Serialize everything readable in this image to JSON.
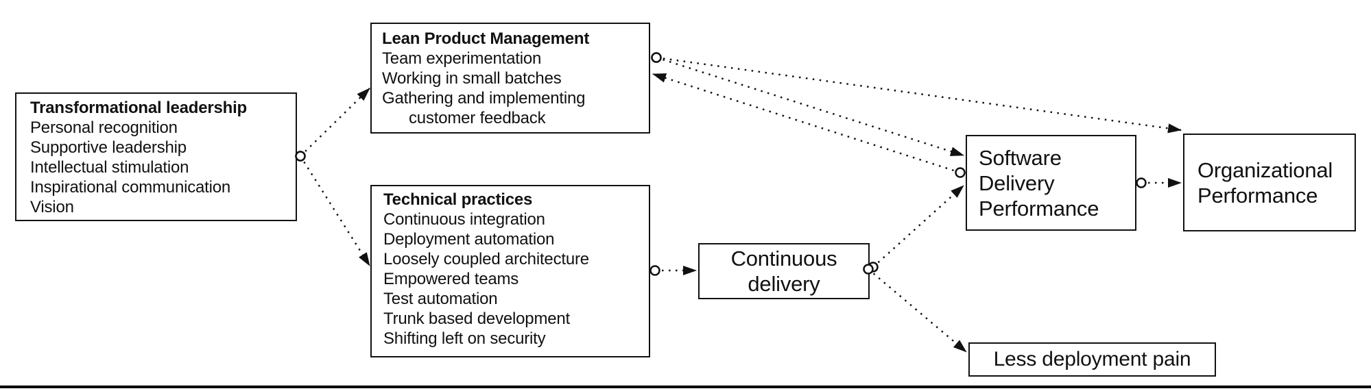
{
  "diagram": {
    "boxes": {
      "transformational_leadership": {
        "title": "Transformational leadership",
        "items": [
          "Personal recognition",
          "Supportive leadership",
          "Intellectual stimulation",
          "Inspirational communication",
          "Vision"
        ]
      },
      "lean_product_management": {
        "title": "Lean Product Management",
        "items": [
          "Team experimentation",
          "Working in small batches",
          "Gathering and implementing customer feedback"
        ]
      },
      "technical_practices": {
        "title": "Technical practices",
        "items": [
          "Continuous integration",
          "Deployment automation",
          "Loosely coupled architecture",
          "Empowered teams",
          "Test automation",
          "Trunk based development",
          "Shifting left on security"
        ]
      },
      "continuous_delivery": {
        "label": "Continuous delivery"
      },
      "software_delivery_performance": {
        "label": "Software Delivery Performance"
      },
      "organizational_performance": {
        "label": "Organizational Performance"
      },
      "less_deployment_pain": {
        "label": "Less deployment pain"
      }
    },
    "connections": [
      {
        "from": "transformational-leadership",
        "to": "lean-product-management"
      },
      {
        "from": "transformational-leadership",
        "to": "technical-practices"
      },
      {
        "from": "technical-practices",
        "to": "continuous-delivery"
      },
      {
        "from": "lean-product-management",
        "to": "software-delivery-performance"
      },
      {
        "from": "lean-product-management",
        "to": "organizational-performance"
      },
      {
        "from": "software-delivery-performance",
        "to": "lean-product-management"
      },
      {
        "from": "continuous-delivery",
        "to": "software-delivery-performance"
      },
      {
        "from": "continuous-delivery",
        "to": "less-deployment-pain"
      },
      {
        "from": "software-delivery-performance",
        "to": "organizational-performance"
      }
    ],
    "colors": {
      "line": "#111111",
      "box_background": "#ffffff",
      "bottom_rule": "#000000"
    }
  }
}
